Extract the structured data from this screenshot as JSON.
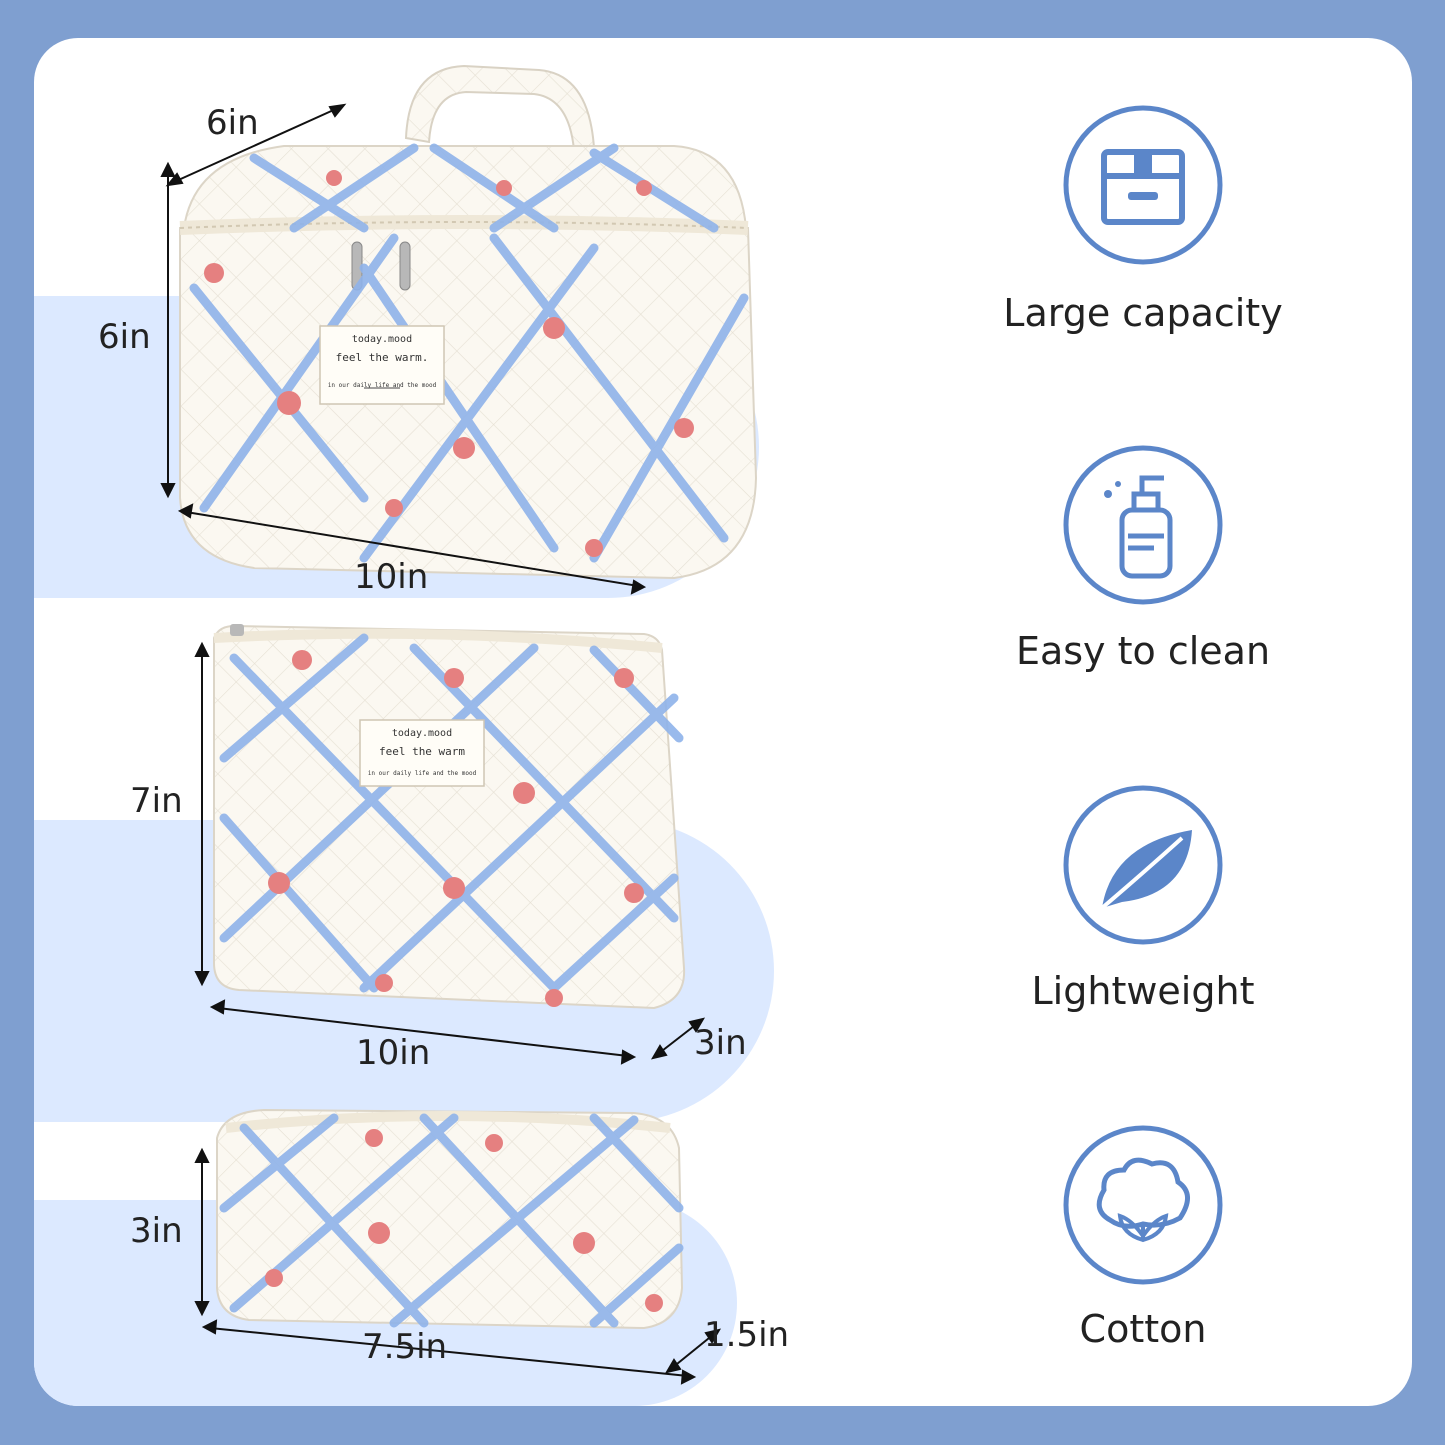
{
  "bags": [
    {
      "label": "today.mood",
      "label2": "feel the warm.",
      "label3": "in our daily life and the mood",
      "dims": {
        "depth": "6in",
        "height": "6in",
        "width": "10in"
      }
    },
    {
      "label": "today.mood",
      "label2": "feel the warm",
      "label3": "in our daily life and the mood",
      "dims": {
        "height": "7in",
        "width": "10in",
        "depth": "3in"
      }
    },
    {
      "dims": {
        "height": "3in",
        "width": "7.5in",
        "depth": "1.5in"
      }
    }
  ],
  "features": [
    {
      "icon": "box-icon",
      "label": "Large capacity"
    },
    {
      "icon": "soap-bottle-icon",
      "label": "Easy to clean"
    },
    {
      "icon": "leaf-icon",
      "label": "Lightweight"
    },
    {
      "icon": "cotton-icon",
      "label": "Cotton"
    }
  ],
  "colors": {
    "frame": "#7f9fd0",
    "band": "#dce9ff",
    "accent": "#5b86c9",
    "ribbon": "#8fb3ea",
    "rose": "#e58080",
    "fabric": "#fbf8f1"
  }
}
